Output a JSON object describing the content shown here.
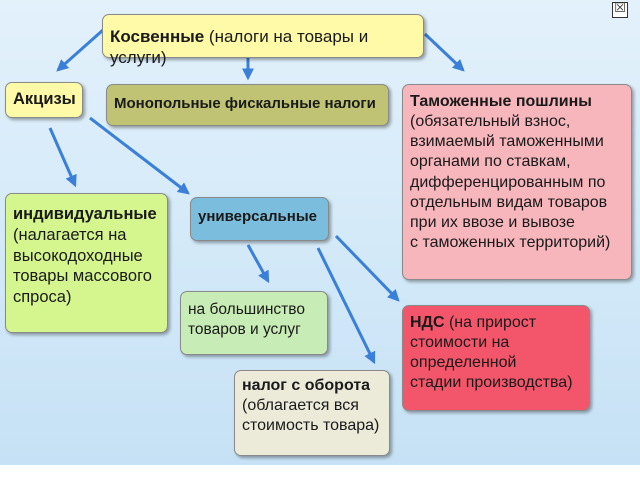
{
  "close_icon": "☒",
  "nodes": {
    "indirect": {
      "title": "Косвенные",
      "desc": "(налоги на товары и услуги)"
    },
    "excises": {
      "title": "Акцизы"
    },
    "monopoly": {
      "title": "Монопольные фискальные налоги"
    },
    "customs": {
      "title": "Таможенные пошлины",
      "lines": [
        "(обязательный взнос,",
        "взимаемый таможенными",
        "органами по ставкам,",
        "дифференцированным по",
        "отдельным видам товаров",
        "при их ввозе и вывозе",
        "с таможенных территорий)"
      ]
    },
    "individual": {
      "title": "индивидуальные",
      "lines": [
        "(налагается на",
        "высокодоходные",
        "товары массового",
        "спроса)"
      ]
    },
    "universal": {
      "title": "универсальные"
    },
    "majority": {
      "lines": [
        "на большинство",
        "товаров и услуг"
      ]
    },
    "vat": {
      "title": "НДС",
      "desc": "(на прирост",
      "lines": [
        "стоимости на",
        "определенной",
        "стадии производства)"
      ]
    },
    "turnover": {
      "title": "налог с оборота",
      "lines": [
        "(облагается вся",
        "стоимость товара)"
      ]
    }
  },
  "colors": {
    "indirect": "#fefaa8",
    "monopoly": "#bfc373",
    "customs": "#f6b6bc",
    "individual": "#d5f58e",
    "universal": "#7bbddc",
    "majority": "#c8ecb5",
    "vat": "#f3566a",
    "turnover": "#ecebd9",
    "arrow": "#3a7fd8"
  }
}
